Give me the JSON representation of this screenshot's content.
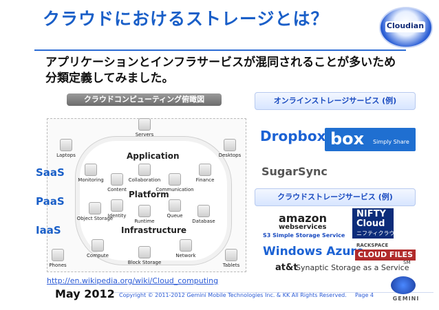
{
  "header": {
    "title": "クラウドにおけるストレージとは？",
    "subtitle": "アプリケーションとインフラサービスが混同されることが多いため分類定義してみました。",
    "logo_label": "Cloudian"
  },
  "left_panel": {
    "label": "クラウドコンピューティング俯瞰図",
    "layers": [
      "SaaS",
      "PaaS",
      "IaaS"
    ],
    "sections": [
      "Application",
      "Platform",
      "Infrastructure"
    ],
    "nodes": [
      "Servers",
      "Laptops",
      "Desktops",
      "Monitoring",
      "Content",
      "Collaboration",
      "Communication",
      "Finance",
      "Object Storage",
      "Identity",
      "Runtime",
      "Queue",
      "Database",
      "Compute",
      "Block Storage",
      "Network",
      "Phones",
      "Tablets"
    ],
    "source_url": "http://en.wikipedia.org/wiki/Cloud_computing"
  },
  "right_panel": {
    "online_label": "オンラインストレージサービス (例)",
    "cloud_label": "クラウドストレージサービス (例)",
    "online_services": [
      "Dropbox",
      "box",
      "Simply Share",
      "SugarSync"
    ],
    "cloud_services": [
      "amazon",
      "webservices",
      "S3 Simple Storage Service",
      "NIFTY",
      "Cloud",
      "ニフティクラウド",
      "Windows Azure",
      "RACKSPACE",
      "CLOUD FILES",
      "at&t",
      "Synaptic Storage as a Service",
      "SM"
    ]
  },
  "footer": {
    "date": "May 2012",
    "copyright": "Copyright © 2011-2012 Gemini Mobile Technologies Inc. & KK   All Rights Reserved.",
    "page": "Page 4",
    "company": "GEMINI"
  },
  "colors": {
    "accent": "#1a5fc8",
    "brand_blue": "#2a5ad6"
  }
}
